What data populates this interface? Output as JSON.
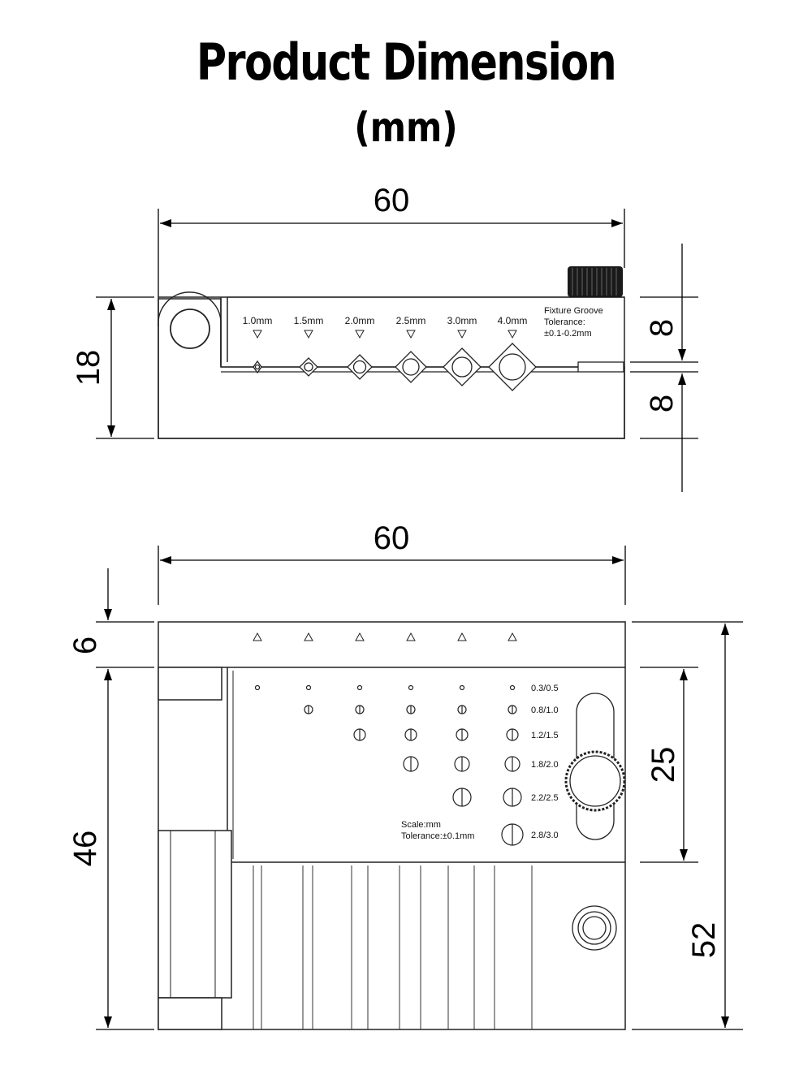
{
  "title": "Product Dimension",
  "subtitle": "(mm)",
  "side_view": {
    "width_label": "60",
    "height_label": "18",
    "upper_label": "8",
    "lower_label": "8",
    "groove_sizes": [
      "1.0mm",
      "1.5mm",
      "2.0mm",
      "2.5mm",
      "3.0mm",
      "4.0mm"
    ],
    "note_line1": "Fixture Groove",
    "note_line2": "Tolerance:",
    "note_line3": "±0.1-0.2mm"
  },
  "top_view": {
    "width_label": "60",
    "top_strip_label": "6",
    "left_height_label": "46",
    "window_height_label": "25",
    "total_height_label": "52",
    "hole_rows": [
      "0.3/0.5",
      "0.8/1.0",
      "1.2/1.5",
      "1.8/2.0",
      "2.2/2.5",
      "2.8/3.0"
    ],
    "scale_line1": "Scale:mm",
    "scale_line2": "Tolerance:±0.1mm"
  }
}
